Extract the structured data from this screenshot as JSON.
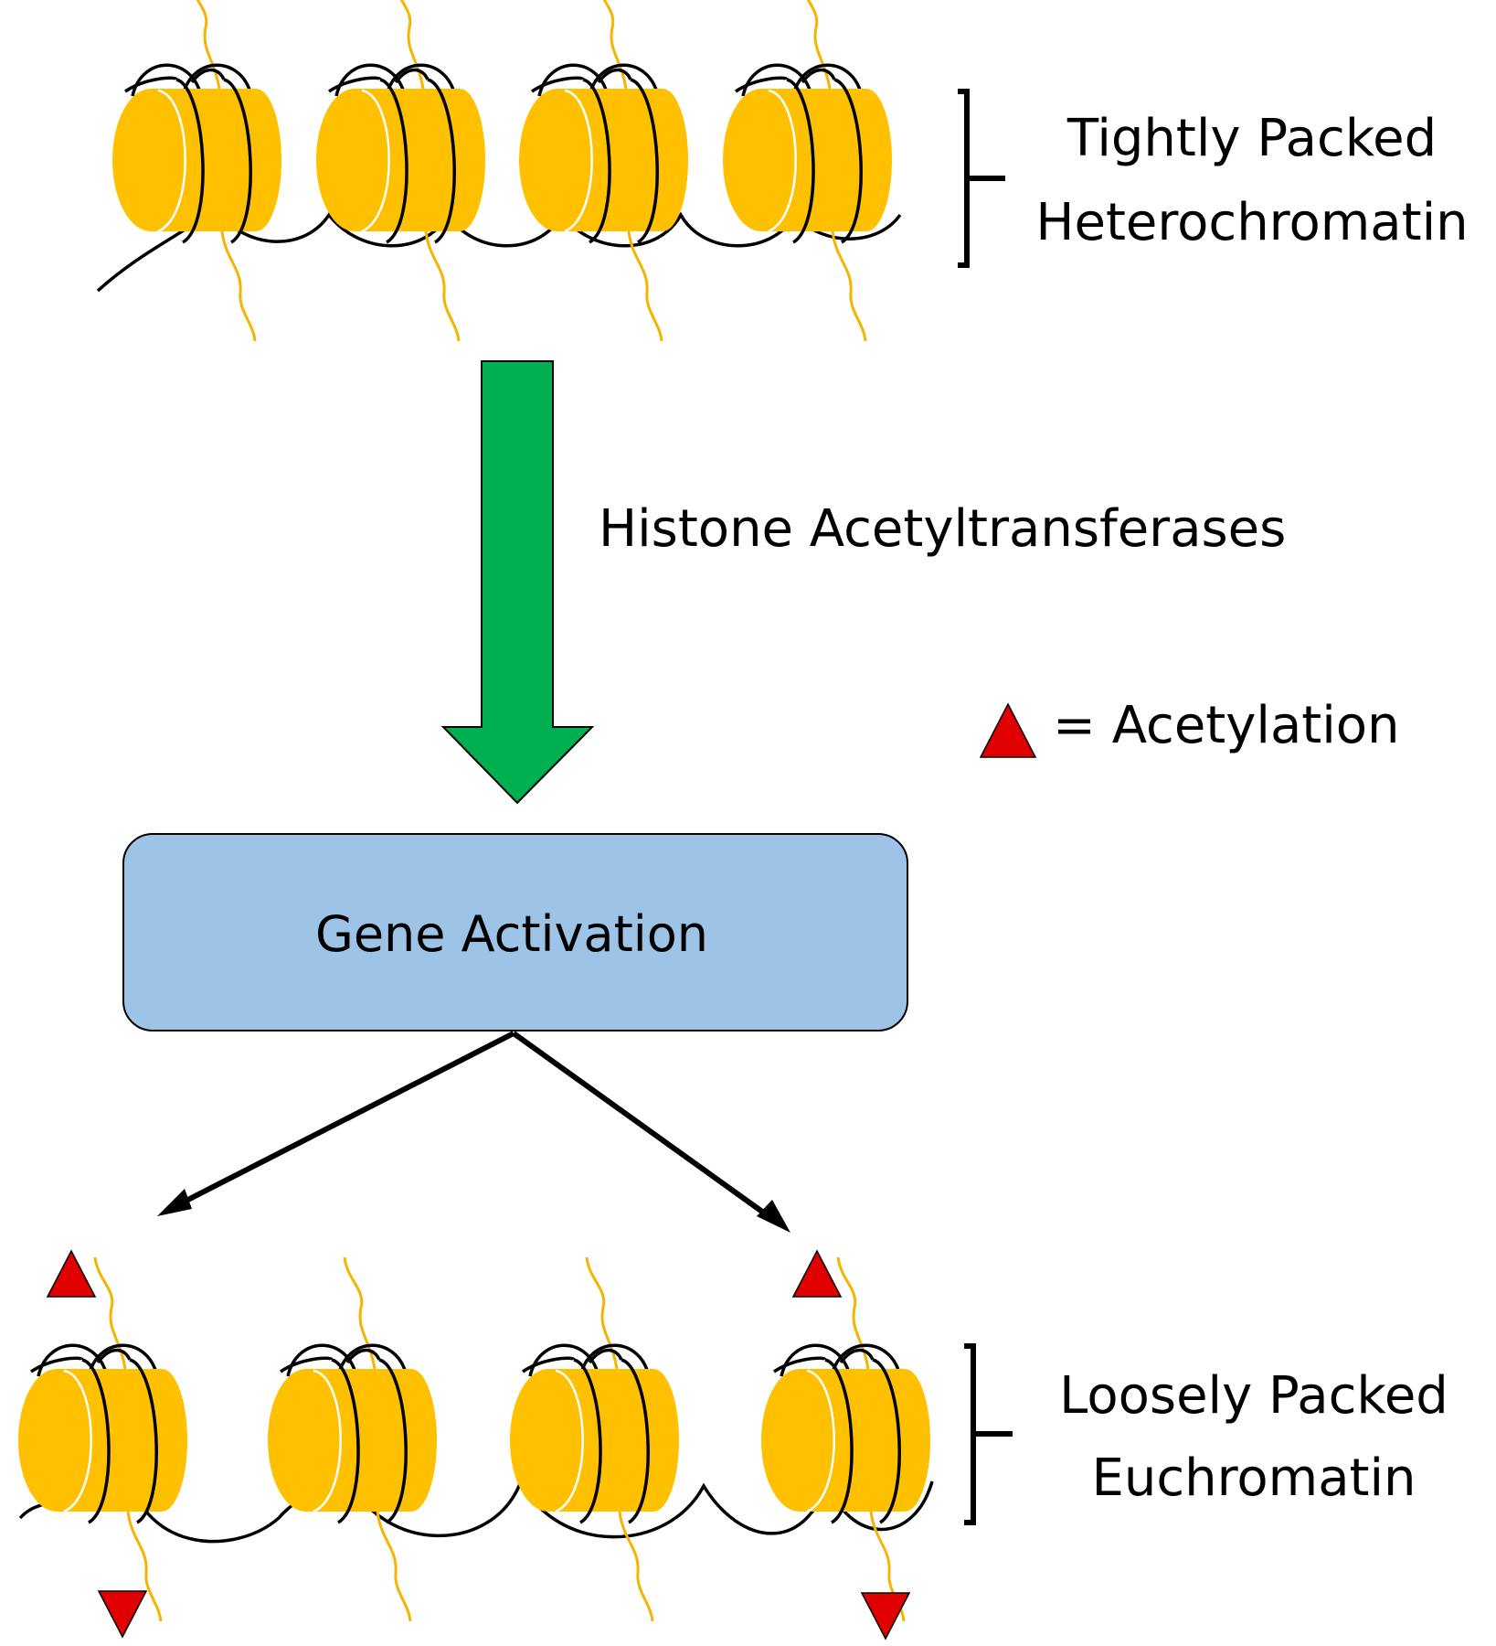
{
  "labels": {
    "heterochromatin_line1": "Tightly Packed",
    "heterochromatin_line2": "Heterochromatin",
    "enzyme": "Histone Acetyltransferases",
    "legend_text": "= Acetylation",
    "process_box": "Gene Activation",
    "euchromatin_line1": "Loosely Packed",
    "euchromatin_line2": "Euchromatin"
  },
  "colors": {
    "histone": "#FFC000",
    "histone_tail": "#F5B400",
    "dna": "#000000",
    "arrow": "#00B050",
    "box_fill": "#9DC3E6",
    "acetylation_mark": "#E00000"
  }
}
